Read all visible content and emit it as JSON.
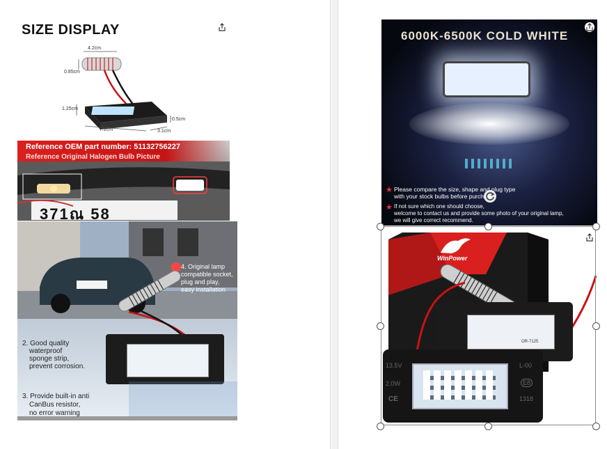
{
  "left_page": {
    "size_display": {
      "title": "SIZE DISPLAY",
      "dims": {
        "d1": "4.2cm",
        "d2": "0.85cm",
        "d3": "1.25cm",
        "d4": "0.5cm",
        "d5": "7.2cm",
        "d6": "3.1cm"
      }
    },
    "reference": {
      "line1": "Reference OEM part number: 51132756227",
      "line2": "Reference Original Halogen Bulb Picture",
      "plate": "371ณ 58"
    },
    "features": {
      "f1": [
        "4. Original lamp",
        "compatible socket,",
        "plug and play,",
        "easy installation"
      ],
      "f2": [
        "2. Good quality",
        "waterproof",
        "sponge strip,",
        "prevent corrosion."
      ],
      "f3": [
        "3. Provide built-in anti",
        "CanBus resistor,",
        "no error warning"
      ]
    }
  },
  "right_page": {
    "cold_white": {
      "title": "6000K-6500K COLD WHITE",
      "note1": [
        "Please compare the size, shape and plug type",
        "with your stock bulbs before purchase."
      ],
      "note2": [
        "If not sure which one should choose,",
        "welcome to contact us and provide some photo of your original lamp,",
        "we will give correct recommend."
      ]
    },
    "product": {
      "brand": "WinPower",
      "pcb_label": "OR-7125",
      "voltage": "13.5V",
      "wattage": "2.0W",
      "ce": "CE",
      "e_mark": "E8",
      "code1": "L-00",
      "code2": "1318"
    }
  },
  "colors": {
    "accent_red": "#d9201f",
    "dark_panel": "#0c0f1e",
    "led_white": "#ffffff"
  }
}
